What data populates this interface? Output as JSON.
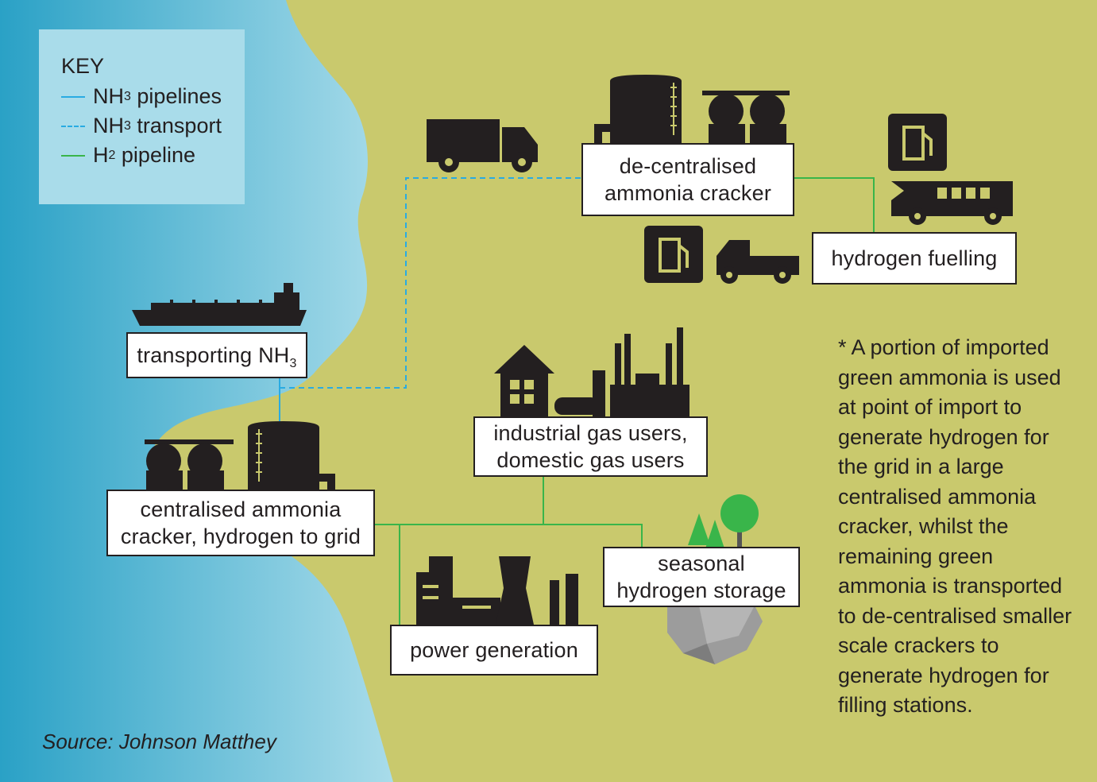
{
  "key": {
    "title": "KEY",
    "items": [
      {
        "pre": "NH",
        "sub": "3",
        "post": " pipelines",
        "line": "solid",
        "color": "#29abe2"
      },
      {
        "pre": "NH",
        "sub": "3",
        "post": " transport",
        "line": "dashed",
        "color": "#29abe2"
      },
      {
        "pre": "H",
        "sub": "2",
        "post": " pipeline",
        "line": "solid",
        "color": "#39b54a"
      }
    ]
  },
  "nodes": {
    "decentralised_cracker": {
      "line1": "de-centralised",
      "line2": "ammonia cracker"
    },
    "hydrogen_fuelling": {
      "text": "hydrogen fuelling"
    },
    "transporting": {
      "pre": "transporting NH",
      "sub": "3"
    },
    "centralised_cracker": {
      "line1": "centralised ammonia",
      "line2": "cracker, hydrogen to grid"
    },
    "industrial_gas": {
      "line1": "industrial gas users,",
      "line2": "domestic gas users"
    },
    "seasonal_storage": {
      "line1": "seasonal",
      "line2": "hydrogen storage"
    },
    "power_generation": {
      "text": "power generation"
    }
  },
  "note": "* A portion of imported green ammonia is used at point of import to generate hydrogen for the grid in a large centralised ammonia cracker, whilst the remaining green ammonia is transported to de-centralised smaller scale crackers to generate hydrogen for filling stations.",
  "source": "Source: Johnson Matthey",
  "colors": {
    "land": "#c9c96d",
    "sea_dark": "#2aa1c6",
    "sea_light": "#a9dcea",
    "nh3_line": "#29abe2",
    "h2_line": "#39b54a",
    "icon": "#231f20"
  },
  "icons": [
    "ship-icon",
    "truck-icon",
    "tank-icon",
    "fuel-pump-icon",
    "bus-icon",
    "pickup-truck-icon",
    "house-icon",
    "factory-icon",
    "power-plant-icon",
    "trees-icon",
    "rock-icon"
  ]
}
